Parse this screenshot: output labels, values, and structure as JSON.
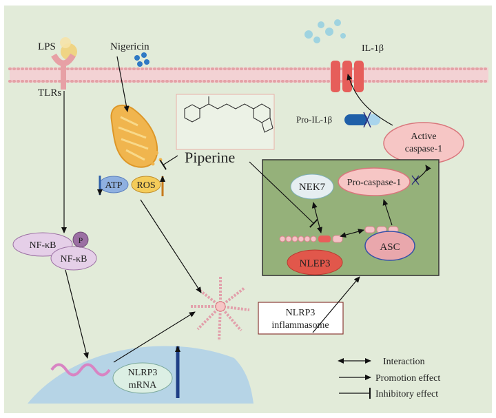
{
  "labels": {
    "lps": "LPS",
    "tlrs": "TLRs",
    "nigericin": "Nigericin",
    "il1b": "IL-1β",
    "pro_il1b": "Pro-IL-1β",
    "piperine": "Piperine",
    "atp": "ATP",
    "ros": "ROS",
    "nfkb_1": "NF-κB",
    "nfkb_2": "NF-κB",
    "phospho": "P",
    "nek7": "NEK7",
    "pro_caspase": "Pro-caspase-1",
    "active_caspase_line1": "Active",
    "active_caspase_line2": "caspase-1",
    "asc": "ASC",
    "nlep3": "NLEP3",
    "nlrp3_mrna_line1": "NLRP3",
    "nlrp3_mrna_line2": "mRNA",
    "inflammasome_line1": "NLRP3",
    "inflammasome_line2": "inflammasome"
  },
  "legend": {
    "interaction": "Interaction",
    "promotion": "Promotion effect",
    "inhibitory": "Inhibitory effect"
  },
  "colors": {
    "background": "#e2ebd9",
    "inflammasome_box": "#95b17a",
    "membrane": "#eab1b6",
    "nucleus": "#b6d4e6",
    "nfkb": "#e5cfe8",
    "asc": "#e9a7ac",
    "nlep3": "#e1574b",
    "nek7": "#e6eef1",
    "caspase": "#f6c6c5",
    "mito": "#f0b54e",
    "il1b_dots": "#9fd3e0",
    "nigericin_dots": "#2f79c4"
  }
}
